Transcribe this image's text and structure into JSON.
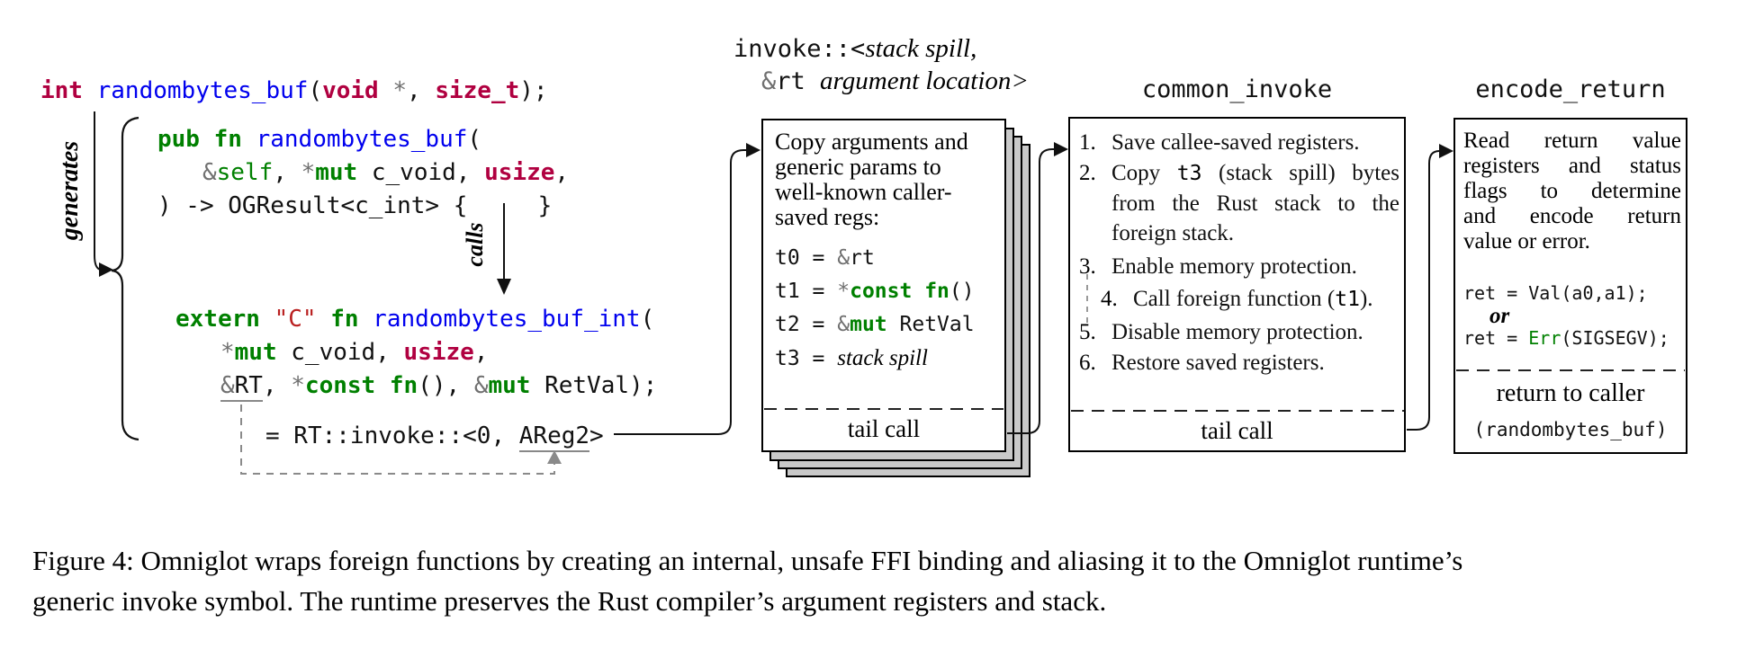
{
  "colors": {
    "keyword_green": "#008000",
    "type_maroon": "#B00040",
    "function_blue": "#0000EE",
    "string_red": "#BA2121",
    "operator_gray": "#707070",
    "sheet_gray": "#c9c9c9"
  },
  "labels": {
    "generates": "generates",
    "calls": "calls"
  },
  "code": {
    "c_decl": [
      {
        "t": "int",
        "s": "kt"
      },
      {
        "t": " ",
        "s": "tx"
      },
      {
        "t": "randombytes_buf",
        "s": "nf"
      },
      {
        "t": "(",
        "s": "tx"
      },
      {
        "t": "void",
        "s": "kt"
      },
      {
        "t": " ",
        "s": "tx"
      },
      {
        "t": "*",
        "s": "o"
      },
      {
        "t": ", ",
        "s": "tx"
      },
      {
        "t": "size_t",
        "s": "kt"
      },
      {
        "t": ");",
        "s": "tx"
      }
    ],
    "pub_fn_line1": [
      {
        "t": "pub",
        "s": "kw"
      },
      {
        "t": " ",
        "s": "tx"
      },
      {
        "t": "fn",
        "s": "kw"
      },
      {
        "t": " ",
        "s": "tx"
      },
      {
        "t": "randombytes_buf",
        "s": "nf"
      },
      {
        "t": "(",
        "s": "tx"
      }
    ],
    "pub_fn_line2": [
      {
        "t": "&",
        "s": "o"
      },
      {
        "t": "self",
        "s": "kp"
      },
      {
        "t": ", ",
        "s": "tx"
      },
      {
        "t": "*",
        "s": "o"
      },
      {
        "t": "mut",
        "s": "kw"
      },
      {
        "t": " c_void, ",
        "s": "tx"
      },
      {
        "t": "usize",
        "s": "kt"
      },
      {
        "t": ",",
        "s": "tx"
      }
    ],
    "pub_fn_line3": [
      {
        "t": ") -> OGResult<c_int> {",
        "s": "tx"
      },
      {
        "t": "     ",
        "s": "tx"
      },
      {
        "t": "}",
        "s": "tx"
      }
    ],
    "extern_line1": [
      {
        "t": "extern",
        "s": "kw"
      },
      {
        "t": " ",
        "s": "tx"
      },
      {
        "t": "\"C\"",
        "s": "s"
      },
      {
        "t": " ",
        "s": "tx"
      },
      {
        "t": "fn",
        "s": "kw"
      },
      {
        "t": " ",
        "s": "tx"
      },
      {
        "t": "randombytes_buf_int",
        "s": "nf"
      },
      {
        "t": "(",
        "s": "tx"
      }
    ],
    "extern_line2": [
      {
        "t": "*",
        "s": "o"
      },
      {
        "t": "mut",
        "s": "kw"
      },
      {
        "t": " c_void, ",
        "s": "tx"
      },
      {
        "t": "usize",
        "s": "kt"
      },
      {
        "t": ",",
        "s": "tx"
      }
    ],
    "extern_line3": [
      {
        "t": "&",
        "s": "o u"
      },
      {
        "t": "RT",
        "s": "tx u"
      },
      {
        "t": ", ",
        "s": "tx"
      },
      {
        "t": "*",
        "s": "o"
      },
      {
        "t": "const",
        "s": "kw"
      },
      {
        "t": " ",
        "s": "tx"
      },
      {
        "t": "fn",
        "s": "kw"
      },
      {
        "t": "(), ",
        "s": "tx"
      },
      {
        "t": "&",
        "s": "o"
      },
      {
        "t": "mut",
        "s": "kw"
      },
      {
        "t": " RetVal);",
        "s": "tx"
      }
    ],
    "invoke_assign": [
      {
        "t": "= RT::invoke::<0, ",
        "s": "tx"
      },
      {
        "t": "AReg2",
        "s": "tx u"
      },
      {
        "t": ">",
        "s": "tx"
      }
    ]
  },
  "invoke_stack": {
    "title_line1": [
      {
        "t": "invoke::<",
        "s": "tx"
      },
      {
        "t": "stack spill",
        "s": "it"
      },
      {
        "t": ",",
        "s": "it"
      }
    ],
    "title_line2": [
      {
        "t": "&",
        "s": "o"
      },
      {
        "t": "rt",
        "s": "tx"
      },
      {
        "t": " ",
        "s": "tx"
      },
      {
        "t": "argument location",
        "s": "it"
      },
      {
        "t": ">",
        "s": "it"
      }
    ],
    "para_lines": [
      "Copy arguments and",
      "generic params to",
      "well-known caller-",
      "saved regs:"
    ],
    "assignments": [
      [
        {
          "t": "t0 = ",
          "s": "tx"
        },
        {
          "t": "&",
          "s": "o"
        },
        {
          "t": "rt",
          "s": "tx"
        }
      ],
      [
        {
          "t": "t1 = ",
          "s": "tx"
        },
        {
          "t": "*",
          "s": "o"
        },
        {
          "t": "const fn",
          "s": "kw"
        },
        {
          "t": "()",
          "s": "tx"
        }
      ],
      [
        {
          "t": "t2 = ",
          "s": "tx"
        },
        {
          "t": "&",
          "s": "o"
        },
        {
          "t": "mut",
          "s": "kw"
        },
        {
          "t": " RetVal",
          "s": "tx"
        }
      ],
      [
        {
          "t": "t3 = ",
          "s": "tx"
        },
        {
          "t": "stack spill",
          "s": "it"
        }
      ]
    ],
    "tail_call_label": "tail call"
  },
  "common_invoke": {
    "title": "common_invoke",
    "steps": [
      {
        "num": "1.",
        "tokens": [
          {
            "t": "Save callee-saved registers.",
            "s": "tx"
          }
        ]
      },
      {
        "num": "2.",
        "lines": [
          [
            {
              "t": "Copy ",
              "s": "tx"
            },
            {
              "t": "t3",
              "s": "m"
            },
            {
              "t": " (stack spill) bytes",
              "s": "tx"
            }
          ],
          [
            {
              "t": "from the Rust stack to the",
              "s": "tx"
            }
          ],
          [
            {
              "t": "foreign stack.",
              "s": "tx"
            }
          ]
        ]
      },
      {
        "num": "3.",
        "tokens": [
          {
            "t": "Enable memory protection.",
            "s": "tx"
          }
        ]
      },
      {
        "num": "4.",
        "tokens": [
          {
            "t": "Call foreign function (",
            "s": "tx"
          },
          {
            "t": "t1",
            "s": "m"
          },
          {
            "t": ").",
            "s": "tx"
          }
        ]
      },
      {
        "num": "5.",
        "tokens": [
          {
            "t": "Disable memory protection.",
            "s": "tx"
          }
        ]
      },
      {
        "num": "6.",
        "tokens": [
          {
            "t": "Restore saved registers.",
            "s": "tx"
          }
        ]
      }
    ],
    "tail_call_label": "tail call"
  },
  "encode_return": {
    "title": "encode_return",
    "para_lines": [
      "Read return value",
      "registers and status",
      "flags to determine",
      "and encode return",
      "value or error."
    ],
    "ret_val_tokens": [
      {
        "t": "ret = Val(a0,a1);",
        "s": "tx"
      }
    ],
    "or_label": "or",
    "ret_err_tokens": [
      {
        "t": "ret = ",
        "s": "tx"
      },
      {
        "t": "Err",
        "s": "kp"
      },
      {
        "t": "(SIGSEGV);",
        "s": "tx"
      }
    ],
    "return_label": "return to caller",
    "return_sub": "(randombytes_buf)"
  },
  "figure_caption": {
    "line1": "Figure 4: Omniglot wraps foreign functions by creating an internal, unsafe FFI binding and aliasing it to the Omniglot runtime’s",
    "line2": "generic invoke symbol. The runtime preserves the Rust compiler’s argument registers and stack."
  }
}
